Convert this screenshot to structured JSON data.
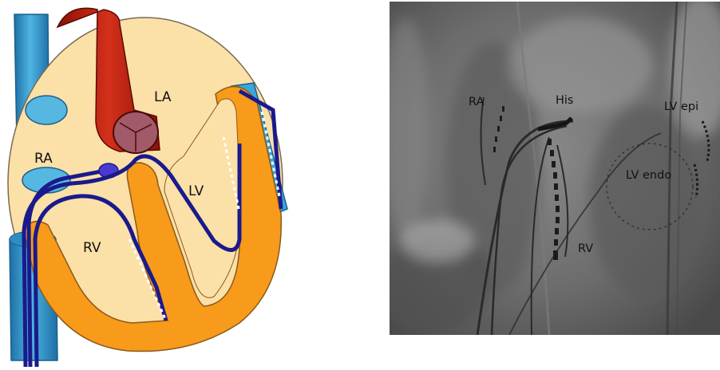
{
  "heart_diagram": {
    "labels": {
      "la": "LA",
      "ra": "RA",
      "lv": "LV",
      "rv": "RV"
    },
    "colors": {
      "heart_body": "#fbe0a8",
      "myocardium": "#f89a1a",
      "aorta": "#c1210e",
      "vena_cava": "#2d8ec4",
      "lead": "#1a1a8c",
      "electrode": "#ffffff"
    }
  },
  "fluoroscopy": {
    "labels": {
      "ra": "RA",
      "his": "His",
      "lv_epi": "LV epi",
      "lv_endo": "LV endo",
      "rv": "RV"
    }
  }
}
